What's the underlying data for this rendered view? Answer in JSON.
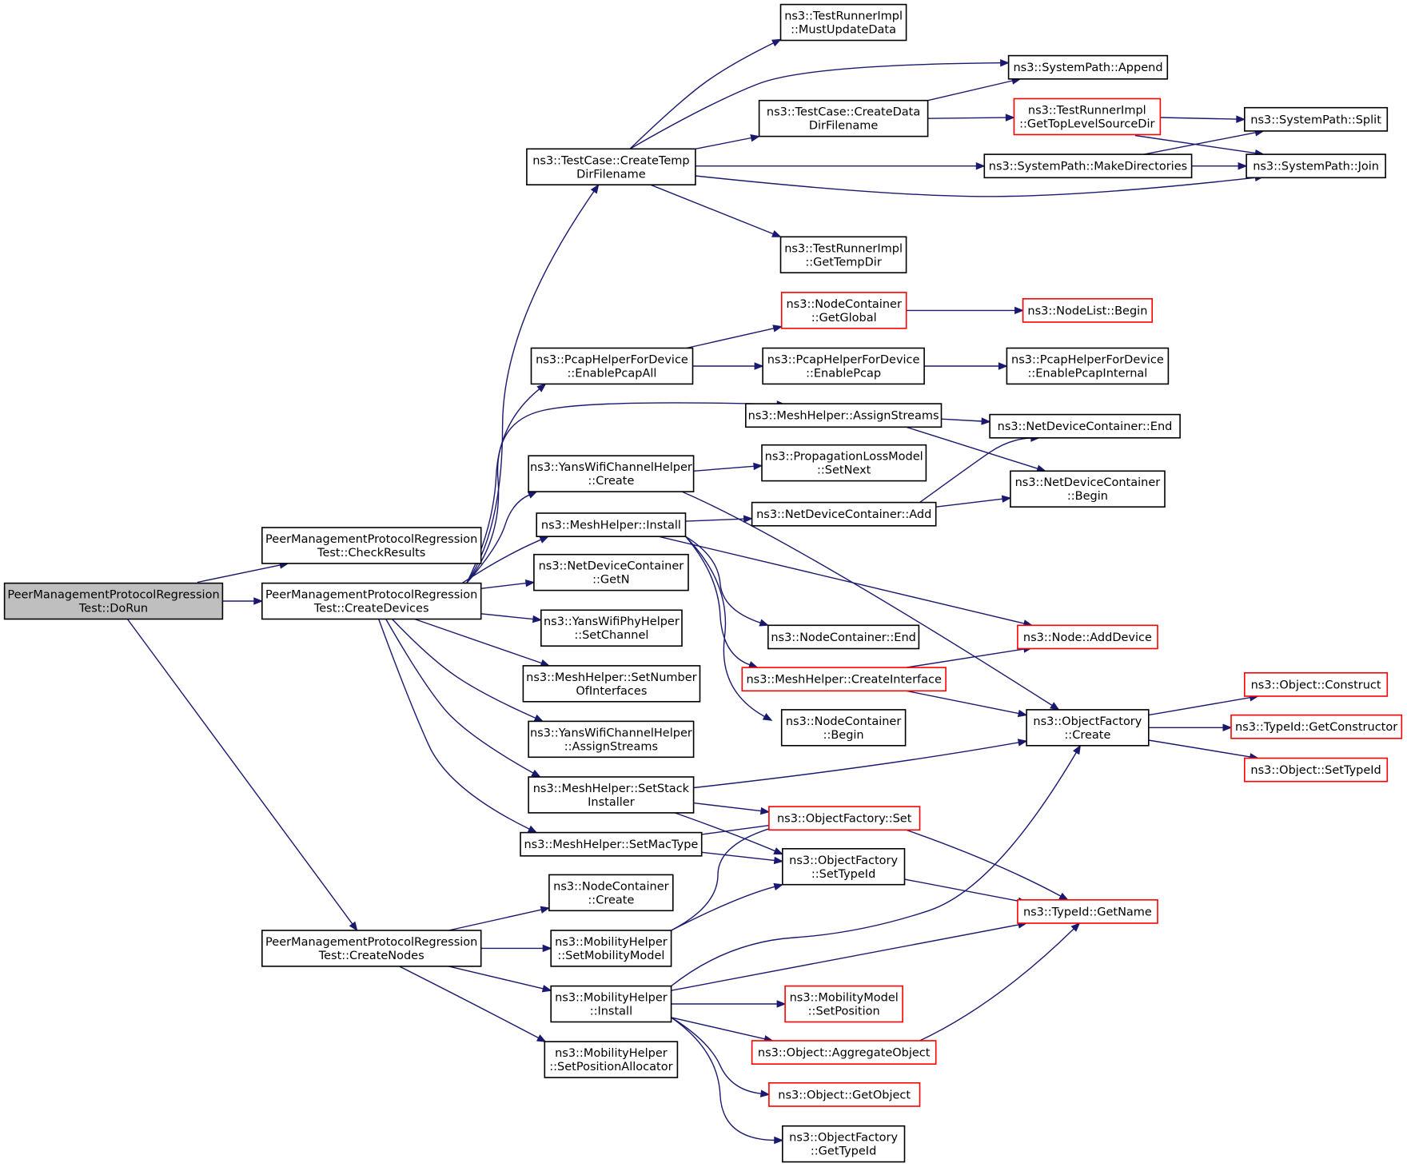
{
  "colors": {
    "edge": "#191970",
    "border_normal": "#000000",
    "border_truncated": "#ff0000",
    "fill_root": "#bfbfbf",
    "fill_normal": "#ffffff"
  },
  "nodes": [
    {
      "id": "dorun",
      "label": [
        "PeerManagementProtocolRegression",
        "Test::DoRun"
      ],
      "style": "root"
    },
    {
      "id": "checkresults",
      "label": [
        "PeerManagementProtocolRegression",
        "Test::CheckResults"
      ],
      "style": "normal"
    },
    {
      "id": "createdevices",
      "label": [
        "PeerManagementProtocolRegression",
        "Test::CreateDevices"
      ],
      "style": "normal"
    },
    {
      "id": "createnodes",
      "label": [
        "PeerManagementProtocolRegression",
        "Test::CreateNodes"
      ],
      "style": "normal"
    },
    {
      "id": "createtemp",
      "label": [
        "ns3::TestCase::CreateTemp",
        "DirFilename"
      ],
      "style": "normal"
    },
    {
      "id": "mustupdate",
      "label": [
        "ns3::TestRunnerImpl",
        "::MustUpdateData"
      ],
      "style": "normal"
    },
    {
      "id": "append",
      "label": [
        "ns3::SystemPath::Append"
      ],
      "style": "normal"
    },
    {
      "id": "createdata",
      "label": [
        "ns3::TestCase::CreateData",
        "DirFilename"
      ],
      "style": "normal"
    },
    {
      "id": "gettoplevel",
      "label": [
        "ns3::TestRunnerImpl",
        "::GetTopLevelSourceDir"
      ],
      "style": "truncated"
    },
    {
      "id": "split",
      "label": [
        "ns3::SystemPath::Split"
      ],
      "style": "normal"
    },
    {
      "id": "makedirs",
      "label": [
        "ns3::SystemPath::MakeDirectories"
      ],
      "style": "normal"
    },
    {
      "id": "join",
      "label": [
        "ns3::SystemPath::Join"
      ],
      "style": "normal"
    },
    {
      "id": "gettempdir",
      "label": [
        "ns3::TestRunnerImpl",
        "::GetTempDir"
      ],
      "style": "normal"
    },
    {
      "id": "enablepcapall",
      "label": [
        "ns3::PcapHelperForDevice",
        "::EnablePcapAll"
      ],
      "style": "normal"
    },
    {
      "id": "getglobal",
      "label": [
        "ns3::NodeContainer",
        "::GetGlobal"
      ],
      "style": "truncated"
    },
    {
      "id": "nodelistbegin",
      "label": [
        "ns3::NodeList::Begin"
      ],
      "style": "truncated"
    },
    {
      "id": "enablepcap",
      "label": [
        "ns3::PcapHelperForDevice",
        "::EnablePcap"
      ],
      "style": "normal"
    },
    {
      "id": "enablepcapint",
      "label": [
        "ns3::PcapHelperForDevice",
        "::EnablePcapInternal"
      ],
      "style": "normal"
    },
    {
      "id": "meshassign",
      "label": [
        "ns3::MeshHelper::AssignStreams"
      ],
      "style": "normal"
    },
    {
      "id": "ndcend",
      "label": [
        "ns3::NetDeviceContainer::End"
      ],
      "style": "normal"
    },
    {
      "id": "ndcbegin",
      "label": [
        "ns3::NetDeviceContainer",
        "::Begin"
      ],
      "style": "normal"
    },
    {
      "id": "yanscreate",
      "label": [
        "ns3::YansWifiChannelHelper",
        "::Create"
      ],
      "style": "normal"
    },
    {
      "id": "setnext",
      "label": [
        "ns3::PropagationLossModel",
        "::SetNext"
      ],
      "style": "normal"
    },
    {
      "id": "meshinstall",
      "label": [
        "ns3::MeshHelper::Install"
      ],
      "style": "normal"
    },
    {
      "id": "ndcadd",
      "label": [
        "ns3::NetDeviceContainer::Add"
      ],
      "style": "normal"
    },
    {
      "id": "ndcgetn",
      "label": [
        "ns3::NetDeviceContainer",
        "::GetN"
      ],
      "style": "normal"
    },
    {
      "id": "yansphy",
      "label": [
        "ns3::YansWifiPhyHelper",
        "::SetChannel"
      ],
      "style": "normal"
    },
    {
      "id": "nodeadd",
      "label": [
        "ns3::Node::AddDevice"
      ],
      "style": "truncated"
    },
    {
      "id": "ncend",
      "label": [
        "ns3::NodeContainer::End"
      ],
      "style": "normal"
    },
    {
      "id": "setnumber",
      "label": [
        "ns3::MeshHelper::SetNumber",
        "OfInterfaces"
      ],
      "style": "normal"
    },
    {
      "id": "createiface",
      "label": [
        "ns3::MeshHelper::CreateInterface"
      ],
      "style": "truncated"
    },
    {
      "id": "objconstruct",
      "label": [
        "ns3::Object::Construct"
      ],
      "style": "truncated"
    },
    {
      "id": "ofcreate",
      "label": [
        "ns3::ObjectFactory",
        "::Create"
      ],
      "style": "normal"
    },
    {
      "id": "getctor",
      "label": [
        "ns3::TypeId::GetConstructor"
      ],
      "style": "truncated"
    },
    {
      "id": "yansassign",
      "label": [
        "ns3::YansWifiChannelHelper",
        "::AssignStreams"
      ],
      "style": "normal"
    },
    {
      "id": "ncbegin",
      "label": [
        "ns3::NodeContainer",
        "::Begin"
      ],
      "style": "normal"
    },
    {
      "id": "objsettype",
      "label": [
        "ns3::Object::SetTypeId"
      ],
      "style": "truncated"
    },
    {
      "id": "setstack",
      "label": [
        "ns3::MeshHelper::SetStack",
        "Installer"
      ],
      "style": "normal"
    },
    {
      "id": "ofset",
      "label": [
        "ns3::ObjectFactory::Set"
      ],
      "style": "truncated"
    },
    {
      "id": "setmactype",
      "label": [
        "ns3::MeshHelper::SetMacType"
      ],
      "style": "normal"
    },
    {
      "id": "ofsettypeid",
      "label": [
        "ns3::ObjectFactory",
        "::SetTypeId"
      ],
      "style": "normal"
    },
    {
      "id": "nccreate",
      "label": [
        "ns3::NodeContainer",
        "::Create"
      ],
      "style": "normal"
    },
    {
      "id": "getname",
      "label": [
        "ns3::TypeId::GetName"
      ],
      "style": "truncated"
    },
    {
      "id": "mobsetmodel",
      "label": [
        "ns3::MobilityHelper",
        "::SetMobilityModel"
      ],
      "style": "normal"
    },
    {
      "id": "mobinstall",
      "label": [
        "ns3::MobilityHelper",
        "::Install"
      ],
      "style": "normal"
    },
    {
      "id": "setposition",
      "label": [
        "ns3::MobilityModel",
        "::SetPosition"
      ],
      "style": "truncated"
    },
    {
      "id": "aggregate",
      "label": [
        "ns3::Object::AggregateObject"
      ],
      "style": "truncated"
    },
    {
      "id": "mobsetalloc",
      "label": [
        "ns3::MobilityHelper",
        "::SetPositionAllocator"
      ],
      "style": "normal"
    },
    {
      "id": "getobject",
      "label": [
        "ns3::Object::GetObject"
      ],
      "style": "truncated"
    },
    {
      "id": "ofgettypeid",
      "label": [
        "ns3::ObjectFactory",
        "::GetTypeId"
      ],
      "style": "normal"
    }
  ],
  "edges": [
    [
      "dorun",
      "checkresults"
    ],
    [
      "dorun",
      "createdevices"
    ],
    [
      "dorun",
      "createnodes"
    ],
    [
      "createtemp",
      "mustupdate"
    ],
    [
      "createtemp",
      "append"
    ],
    [
      "createtemp",
      "createdata"
    ],
    [
      "createtemp",
      "makedirs"
    ],
    [
      "createtemp",
      "join"
    ],
    [
      "createtemp",
      "gettempdir"
    ],
    [
      "createdata",
      "append"
    ],
    [
      "createdata",
      "gettoplevel"
    ],
    [
      "gettoplevel",
      "split"
    ],
    [
      "gettoplevel",
      "join"
    ],
    [
      "makedirs",
      "split"
    ],
    [
      "makedirs",
      "join"
    ],
    [
      "createdevices",
      "createtemp"
    ],
    [
      "createdevices",
      "enablepcapall"
    ],
    [
      "createdevices",
      "meshassign"
    ],
    [
      "createdevices",
      "yanscreate"
    ],
    [
      "createdevices",
      "meshinstall"
    ],
    [
      "createdevices",
      "ndcgetn"
    ],
    [
      "createdevices",
      "yansphy"
    ],
    [
      "createdevices",
      "setnumber"
    ],
    [
      "createdevices",
      "yansassign"
    ],
    [
      "createdevices",
      "setstack"
    ],
    [
      "createdevices",
      "setmactype"
    ],
    [
      "enablepcapall",
      "getglobal"
    ],
    [
      "enablepcapall",
      "enablepcap"
    ],
    [
      "getglobal",
      "nodelistbegin"
    ],
    [
      "enablepcap",
      "enablepcapint"
    ],
    [
      "meshassign",
      "ndcend"
    ],
    [
      "meshassign",
      "ndcbegin"
    ],
    [
      "yanscreate",
      "setnext"
    ],
    [
      "yanscreate",
      "ofcreate"
    ],
    [
      "meshinstall",
      "ndcadd"
    ],
    [
      "meshinstall",
      "nodeadd"
    ],
    [
      "meshinstall",
      "ncend"
    ],
    [
      "meshinstall",
      "createiface"
    ],
    [
      "meshinstall",
      "ncbegin"
    ],
    [
      "ndcadd",
      "ndcend"
    ],
    [
      "ndcadd",
      "ndcbegin"
    ],
    [
      "createiface",
      "nodeadd"
    ],
    [
      "createiface",
      "ofcreate"
    ],
    [
      "ofcreate",
      "objconstruct"
    ],
    [
      "ofcreate",
      "getctor"
    ],
    [
      "ofcreate",
      "objsettype"
    ],
    [
      "setstack",
      "ofcreate"
    ],
    [
      "setstack",
      "ofset"
    ],
    [
      "setstack",
      "ofsettypeid"
    ],
    [
      "setmactype",
      "ofset"
    ],
    [
      "setmactype",
      "ofsettypeid"
    ],
    [
      "ofset",
      "getname"
    ],
    [
      "ofsettypeid",
      "getname"
    ],
    [
      "createnodes",
      "nccreate"
    ],
    [
      "createnodes",
      "mobsetmodel"
    ],
    [
      "createnodes",
      "mobinstall"
    ],
    [
      "createnodes",
      "mobsetalloc"
    ],
    [
      "mobsetmodel",
      "ofset"
    ],
    [
      "mobsetmodel",
      "ofsettypeid"
    ],
    [
      "mobinstall",
      "ofcreate"
    ],
    [
      "mobinstall",
      "getname"
    ],
    [
      "mobinstall",
      "setposition"
    ],
    [
      "mobinstall",
      "aggregate"
    ],
    [
      "mobinstall",
      "getobject"
    ],
    [
      "mobinstall",
      "ofgettypeid"
    ],
    [
      "aggregate",
      "getname"
    ]
  ]
}
